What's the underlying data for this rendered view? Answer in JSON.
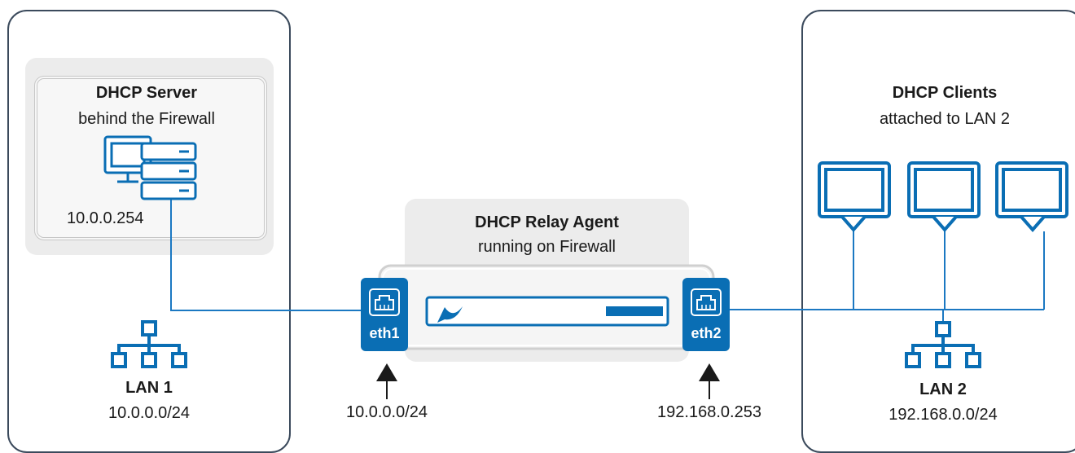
{
  "server": {
    "title": "DHCP Server",
    "subtitle": "behind the Firewall",
    "ip": "10.0.0.254"
  },
  "relay": {
    "title": "DHCP Relay Agent",
    "subtitle": "running on Firewall",
    "port1": "eth1",
    "port2": "eth2",
    "port1_addr": "10.0.0.0/24",
    "port2_addr": "192.168.0.253"
  },
  "clients": {
    "title": "DHCP Clients",
    "subtitle": "attached to LAN 2",
    "count": 3
  },
  "lan1": {
    "name": "LAN 1",
    "subnet": "10.0.0.0/24"
  },
  "lan2": {
    "name": "LAN 2",
    "subnet": "192.168.0.0/24"
  },
  "colors": {
    "accent": "#0a6eb4",
    "box_border": "#3b4a5c",
    "panel_bg": "#ececec",
    "line": "#1b78c2"
  },
  "icons": [
    "server-icon",
    "monitor-icon",
    "network-topology-icon",
    "ethernet-port-icon",
    "firewall-appliance-icon",
    "up-arrow-icon"
  ]
}
